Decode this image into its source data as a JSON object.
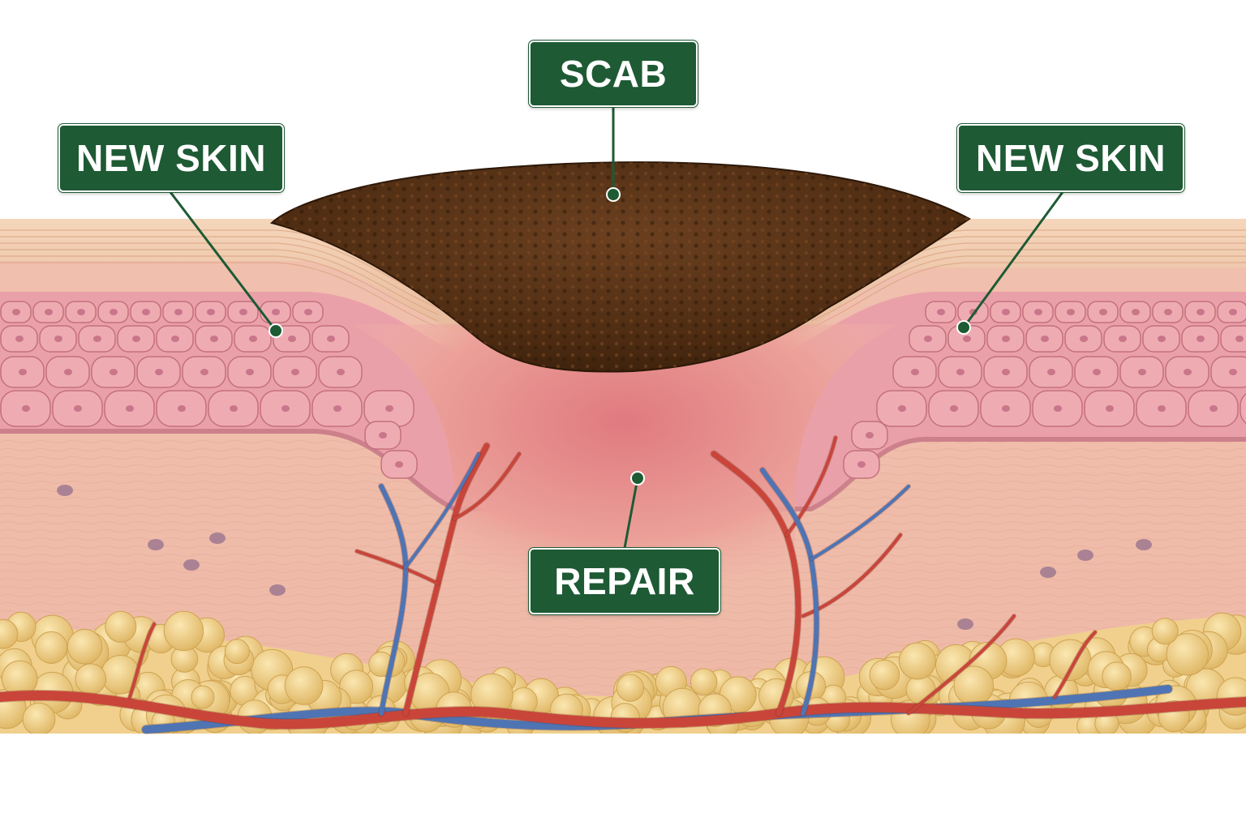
{
  "labels": {
    "scab": "SCAB",
    "new_skin_left": "NEW SKIN",
    "new_skin_right": "NEW SKIN",
    "repair": "REPAIR"
  },
  "colors": {
    "label_bg": "#1e5a34",
    "label_text": "#ffffff",
    "leader_line": "#1e5a34",
    "scab": "#5a3417",
    "stratum_corneum": "#f0c9aa",
    "epidermis_cells": "#eaa0a8",
    "dermis": "#f2c2b0",
    "wound_bed": "#e98c8e",
    "fat": "#ecc97a",
    "artery": "#c9453a",
    "vein": "#4f74b3"
  }
}
